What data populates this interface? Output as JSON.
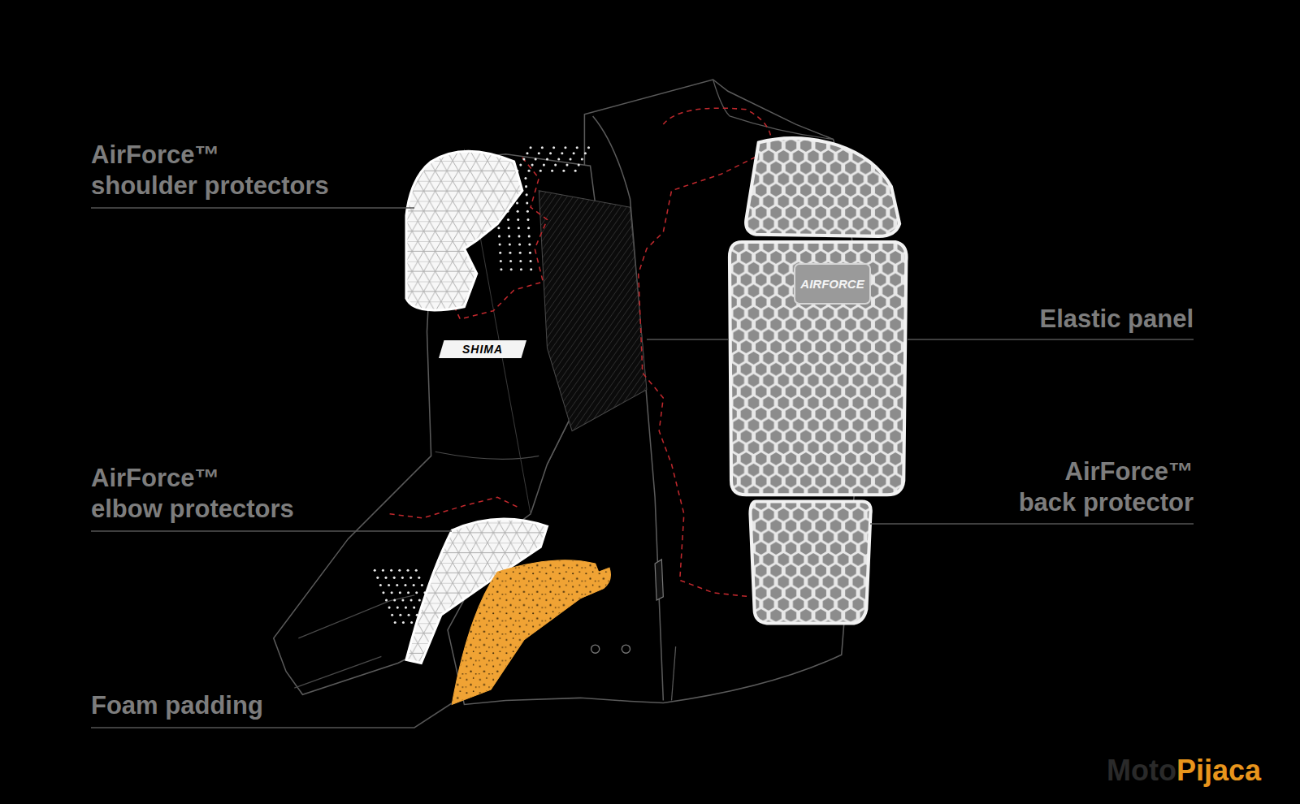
{
  "diagram": {
    "nodes": [
      {
        "text": [
          "AIRFORCE"
        ]
      },
      {
        "text": [
          "SHIMA"
        ]
      }
    ],
    "labels": [
      "AirForce™ shoulder protectors",
      "Elastic panel",
      "AirForce™ elbow protectors",
      "AirForce™ back protector",
      "Foam padding",
      "Moto",
      "Pijaca"
    ]
  }
}
